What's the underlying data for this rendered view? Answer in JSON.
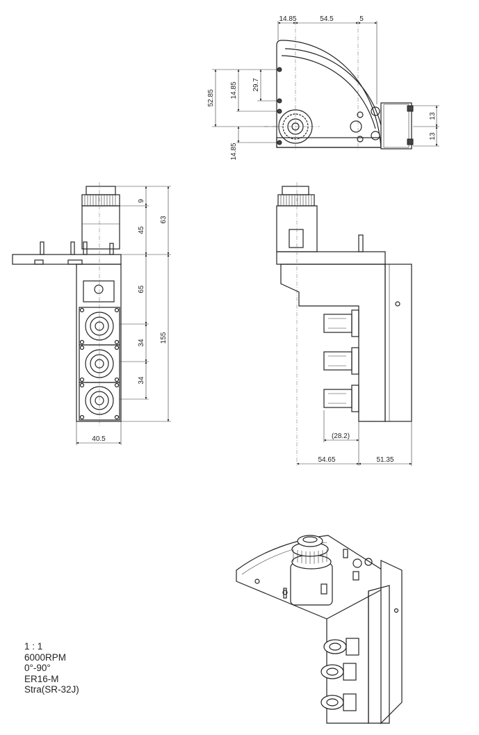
{
  "top_view": {
    "dims": {
      "w1": "14.85",
      "w2": "54.5",
      "w3": "5",
      "h1": "52.85",
      "h2": "14.85",
      "h3": "29.7",
      "h4": "14.85",
      "r1": "13",
      "r2": "13"
    }
  },
  "front_view": {
    "dims": {
      "h_nut": "9",
      "h_body": "45",
      "h_top": "63",
      "h_spacing": "65",
      "h_total": "155",
      "pitch1": "34",
      "pitch2": "34",
      "width": "40.5"
    }
  },
  "side_view": {
    "dims": {
      "ref": "(28.2)",
      "left": "54.65",
      "right": "51.35"
    }
  },
  "specs": [
    "1 : 1",
    "6000RPM",
    "0°-90°",
    "ER16-M",
    "Stra(SR-32J)"
  ]
}
